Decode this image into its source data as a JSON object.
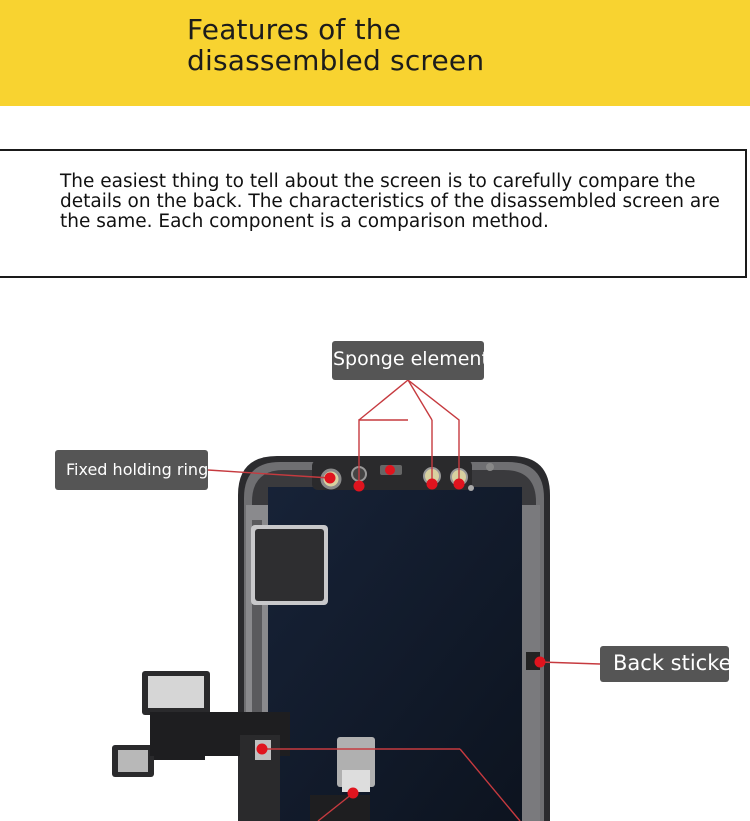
{
  "banner": {
    "title_line1": "Features of the",
    "title_line2": "disassembled screen",
    "color": "#f8d330"
  },
  "description": "The easiest thing to tell about the screen is to carefully compare the details on the back. The characteristics of the disassembled screen are the same. Each component is a comparison method.",
  "callouts": {
    "sponge_element": "Sponge element",
    "fixed_holding_ring": "Fixed holding ring",
    "back_sticker": "Back sticker"
  },
  "colors": {
    "label_bg": "#555555",
    "pointer_red": "#e0141e"
  }
}
